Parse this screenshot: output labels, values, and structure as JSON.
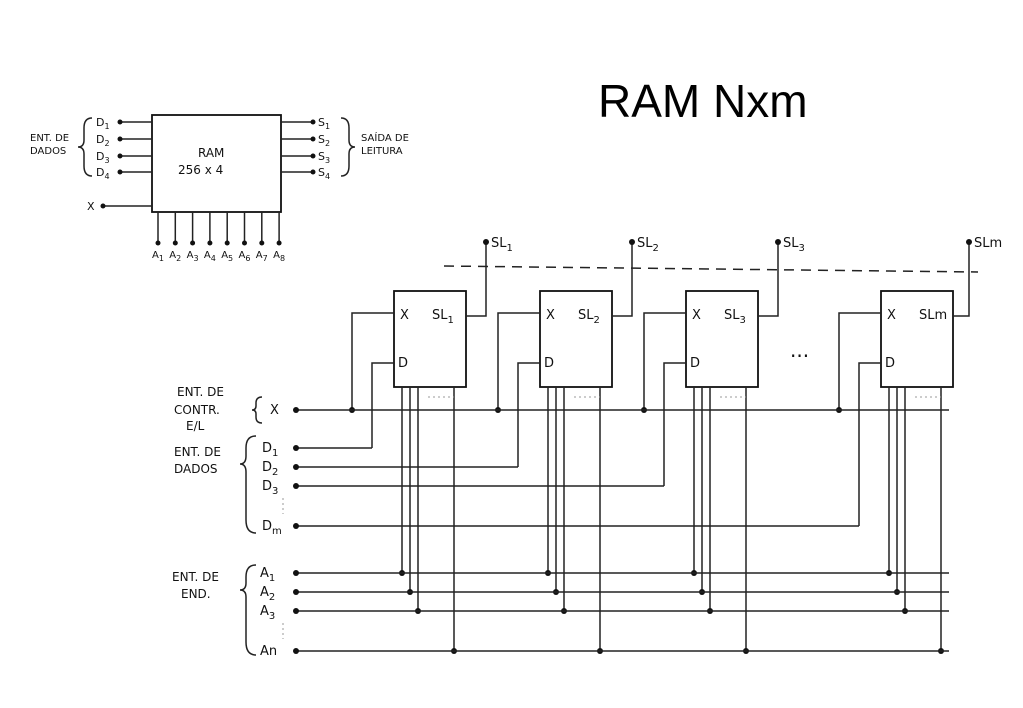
{
  "title": "RAM Nxm",
  "small": {
    "chip_name": "RAM",
    "chip_size": "256 x 4",
    "group_in": [
      "ENT. DE",
      "DADOS"
    ],
    "group_out": [
      "SAÍDA DE",
      "LEITURA"
    ],
    "inputs": [
      {
        "base": "D",
        "sub": "1"
      },
      {
        "base": "D",
        "sub": "2"
      },
      {
        "base": "D",
        "sub": "3"
      },
      {
        "base": "D",
        "sub": "4"
      }
    ],
    "outputs": [
      {
        "base": "S",
        "sub": "1"
      },
      {
        "base": "S",
        "sub": "2"
      },
      {
        "base": "S",
        "sub": "3"
      },
      {
        "base": "S",
        "sub": "4"
      }
    ],
    "x_label": "X",
    "address": [
      {
        "base": "A",
        "sub": "1"
      },
      {
        "base": "A",
        "sub": "2"
      },
      {
        "base": "A",
        "sub": "3"
      },
      {
        "base": "A",
        "sub": "4"
      },
      {
        "base": "A",
        "sub": "5"
      },
      {
        "base": "A",
        "sub": "6"
      },
      {
        "base": "A",
        "sub": "7"
      },
      {
        "base": "A",
        "sub": "8"
      }
    ]
  },
  "big": {
    "cells": [
      {
        "x": "X",
        "d": "D",
        "out_base": "SL",
        "out_sub": "1"
      },
      {
        "x": "X",
        "d": "D",
        "out_base": "SL",
        "out_sub": "2"
      },
      {
        "x": "X",
        "d": "D",
        "out_base": "SL",
        "out_sub": "3"
      },
      {
        "x": "X",
        "d": "D",
        "out_base": "SLm",
        "out_sub": ""
      }
    ],
    "outputs": [
      {
        "base": "SL",
        "sub": "1"
      },
      {
        "base": "SL",
        "sub": "2"
      },
      {
        "base": "SL",
        "sub": "3"
      },
      {
        "base": "SLm",
        "sub": ""
      }
    ],
    "ellipsis": "...",
    "ctrl_group": [
      "ENT. DE",
      "CONTR.",
      "E/L"
    ],
    "ctrl_line": "X",
    "data_group": [
      "ENT. DE",
      "DADOS"
    ],
    "data_lines": [
      {
        "base": "D",
        "sub": "1"
      },
      {
        "base": "D",
        "sub": "2"
      },
      {
        "base": "D",
        "sub": "3"
      },
      {
        "base": "D",
        "sub": "m"
      }
    ],
    "addr_group": [
      "ENT. DE",
      "END."
    ],
    "addr_lines": [
      {
        "base": "A",
        "sub": "1"
      },
      {
        "base": "A",
        "sub": "2"
      },
      {
        "base": "A",
        "sub": "3"
      },
      {
        "base": "An",
        "sub": ""
      }
    ]
  }
}
